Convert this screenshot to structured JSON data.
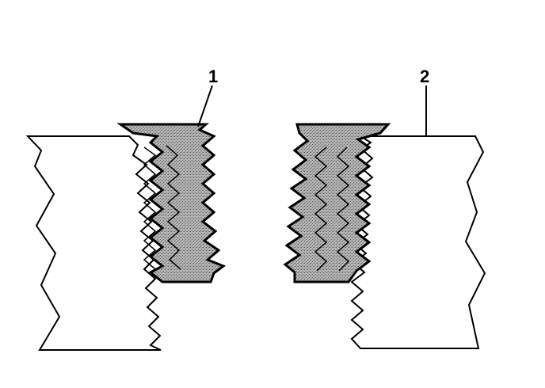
{
  "figure": {
    "callouts": [
      {
        "id": "callout-1",
        "text": "1"
      },
      {
        "id": "callout-2",
        "text": "2"
      }
    ]
  },
  "colors": {
    "line": "#000000",
    "background": "#ffffff",
    "insert_fill": "#a8a8a8"
  }
}
